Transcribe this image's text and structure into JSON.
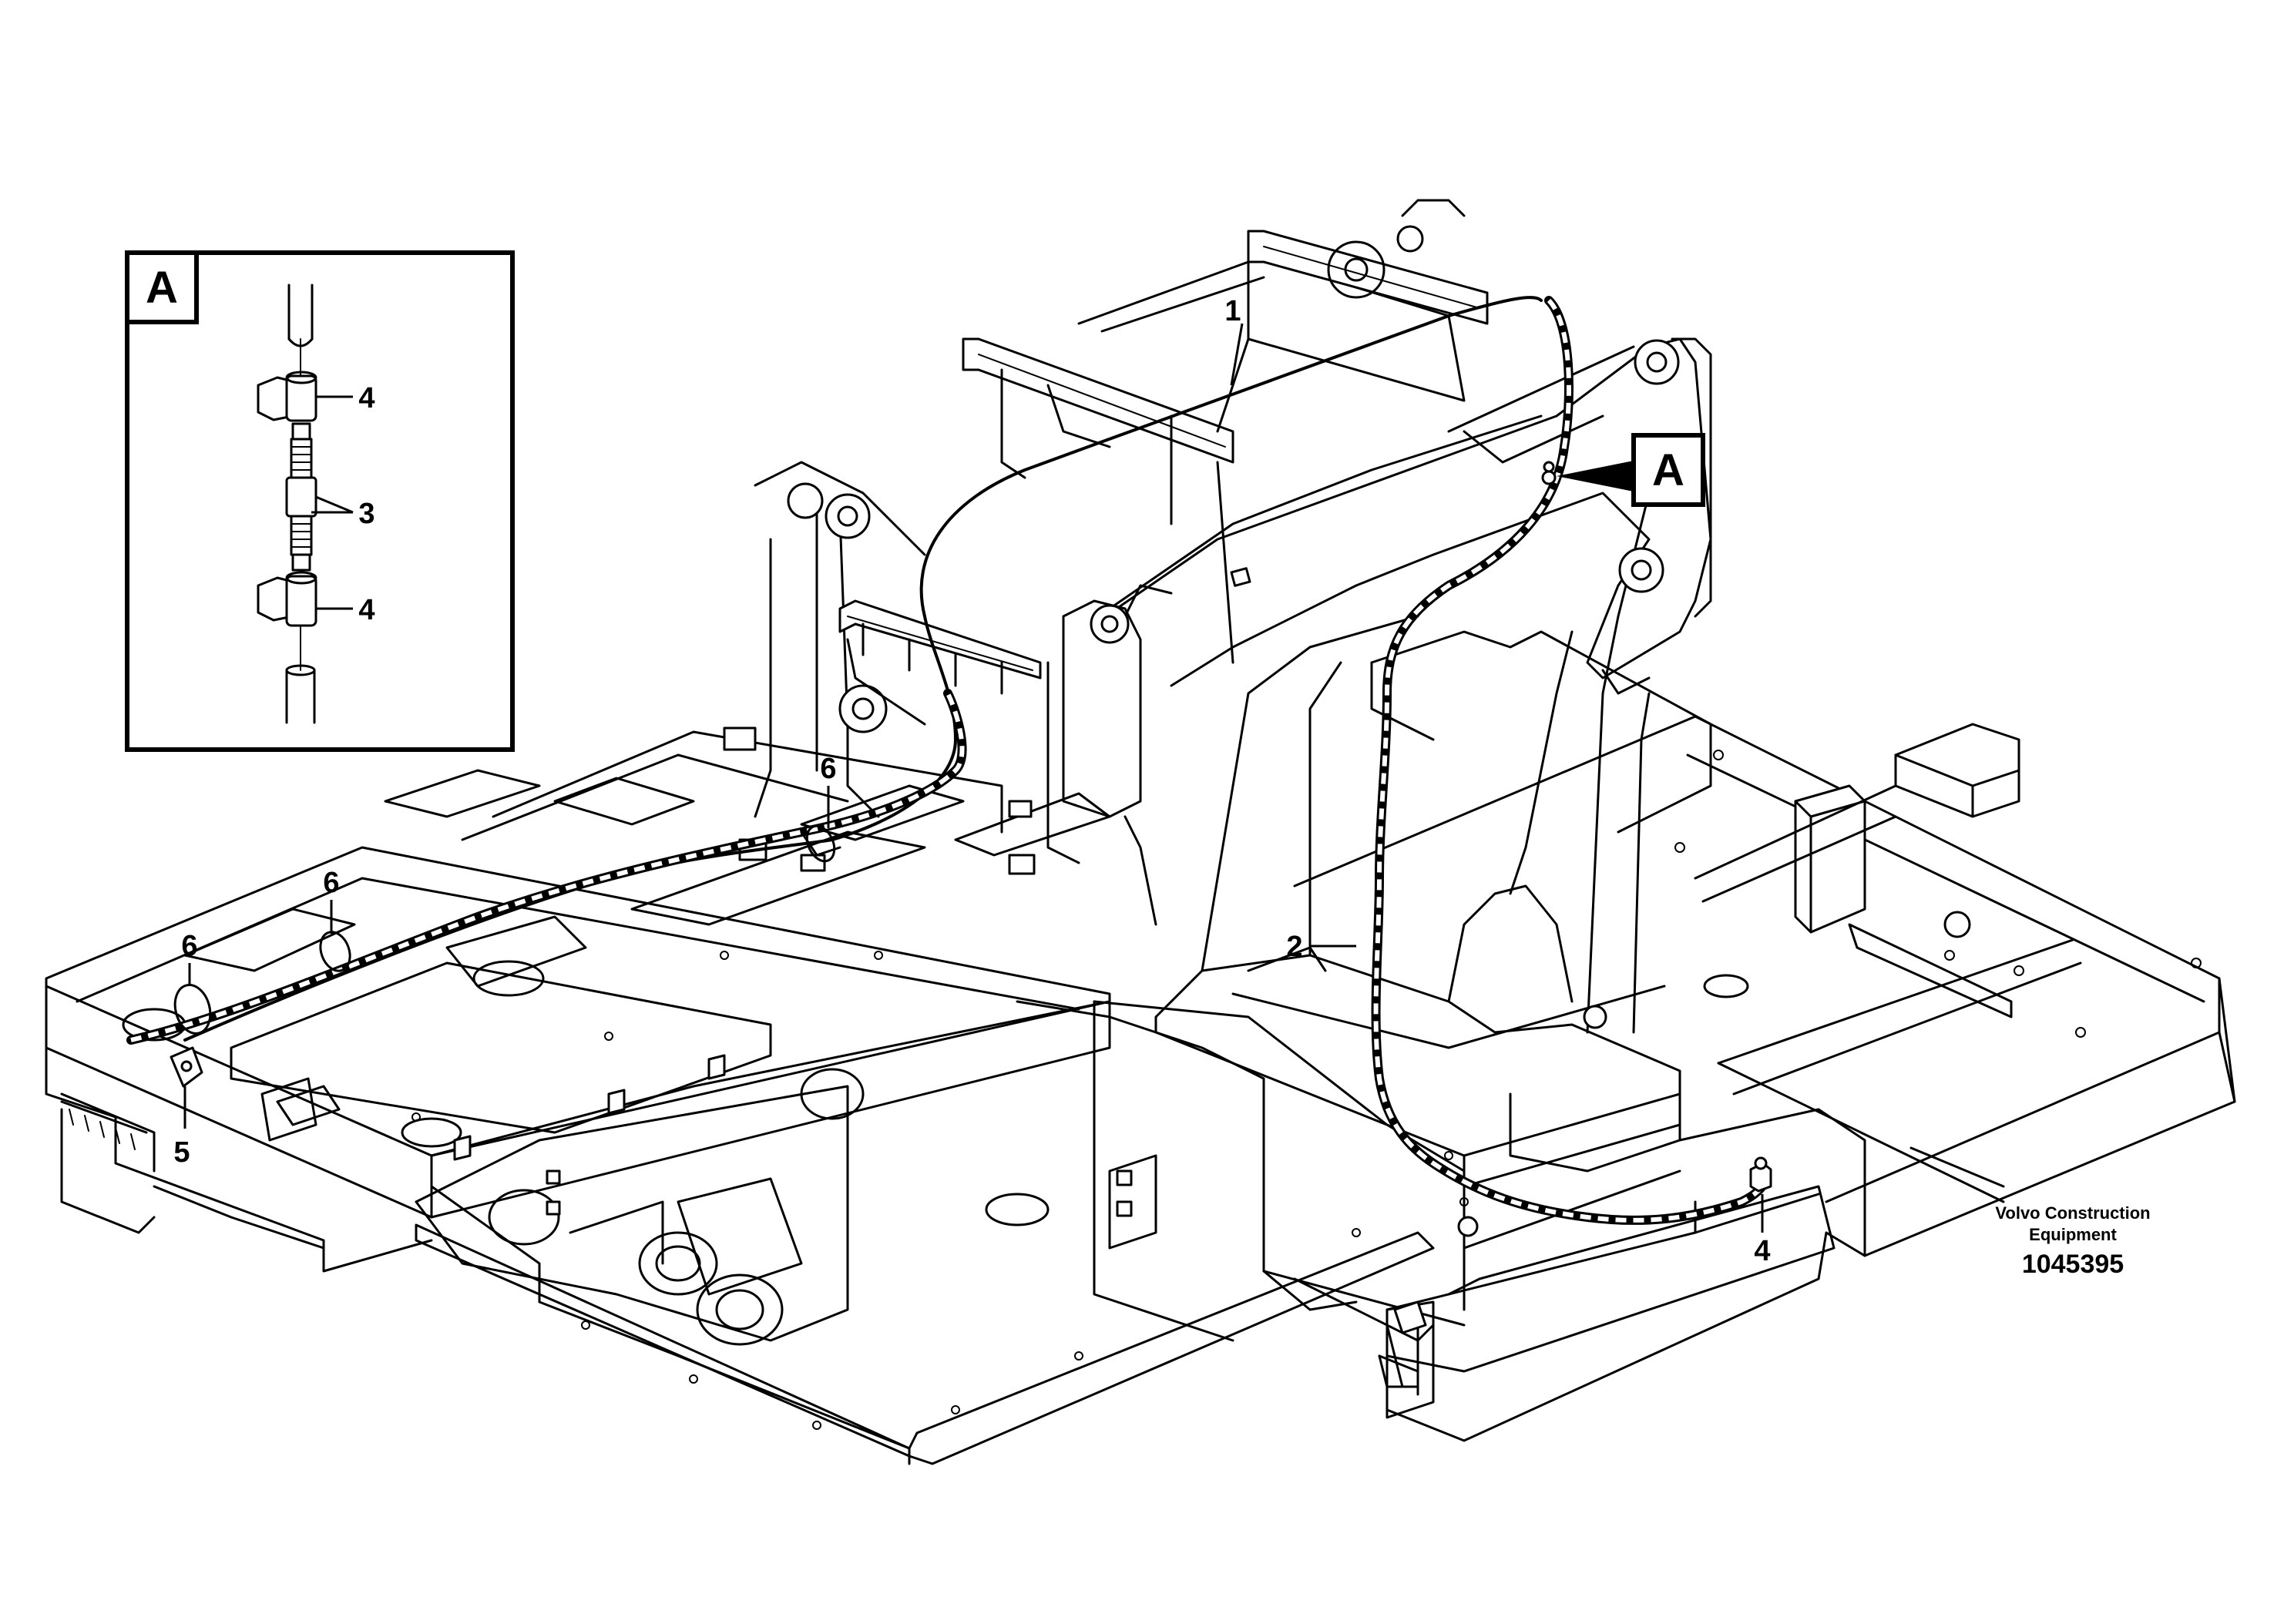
{
  "detail_view": {
    "tag": "A"
  },
  "main_view": {
    "tag": "A"
  },
  "callouts": {
    "hose_main": "1",
    "hose_arm": "2",
    "coupling": "3",
    "clamp_top": "4",
    "clamp_bottom": "4",
    "clamp_frame": "4",
    "clip": "5",
    "tie_a": "6",
    "tie_b": "6",
    "tie_c": "6"
  },
  "footer": {
    "brand_line1": "Volvo Construction",
    "brand_line2": "Equipment",
    "doc_number": "1045395"
  }
}
